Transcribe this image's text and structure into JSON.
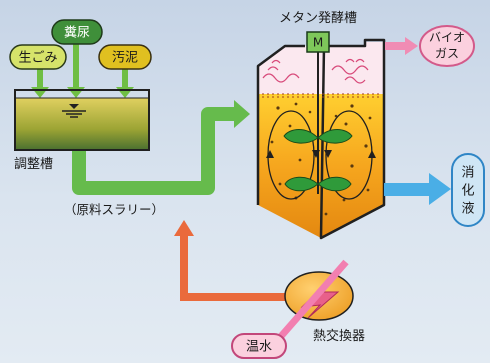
{
  "inputs": [
    {
      "label": "生ごみ",
      "color": "#d6e36a"
    },
    {
      "label": "糞尿",
      "color": "#3f8f3a"
    },
    {
      "label": "汚泥",
      "color": "#e0c020"
    }
  ],
  "labels": {
    "mixing_tank": "調整槽",
    "digester": "メタン発酵槽",
    "motor": "M",
    "slurry": "（原料スラリー）",
    "heat_exchanger": "熱交換器",
    "hot_water": "温水"
  },
  "outputs": {
    "biogas": [
      "バイオ",
      "ガス"
    ],
    "digestate": [
      "消",
      "化",
      "液"
    ]
  },
  "colors": {
    "slurry_pipe": "#66bb4c",
    "hot_water_pipe": "#ea6a3c",
    "biogas_arrow": "#f08cb4",
    "digestate_arrow": "#4aaee6",
    "heater": "#f0b43c",
    "pink_pill": "#fbd0de",
    "blue_pill": "#cfe6f5"
  }
}
